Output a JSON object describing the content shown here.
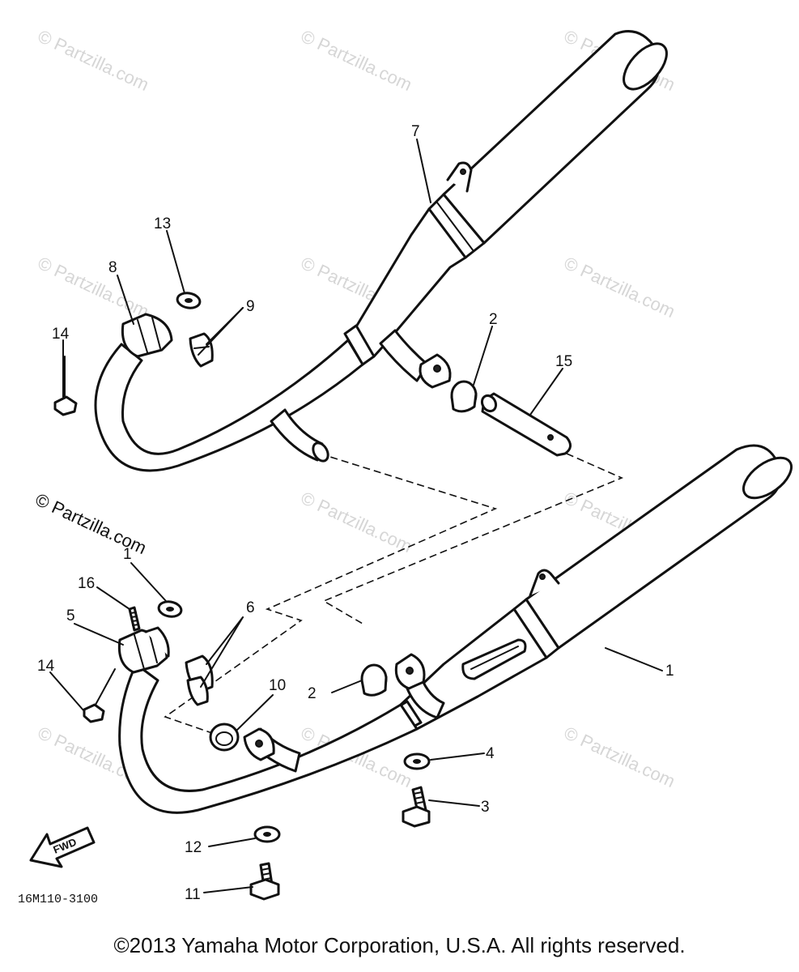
{
  "watermark": "© Partzilla.com",
  "callouts": {
    "c1": "1",
    "c2a": "2",
    "c2b": "2",
    "c3": "3",
    "c4": "4",
    "c5": "5",
    "c6": "6",
    "c7": "7",
    "c8": "8",
    "c9": "9",
    "c10": "10",
    "c11": "11",
    "c12": "12",
    "c13": "13",
    "c14a": "14",
    "c14b": "14",
    "c15": "15",
    "c16": "16",
    "c17": "1"
  },
  "forward_arrow_label": "FWD",
  "diagram_code": "16M110-3100",
  "copyright": "©2013 Yamaha Motor Corporation, U.S.A. All rights reserved."
}
